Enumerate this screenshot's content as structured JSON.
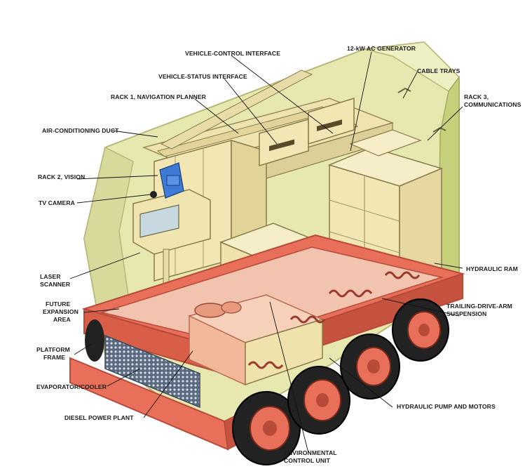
{
  "labels": {
    "vehicle_control_interface": "VEHICLE-CONTROL INTERFACE",
    "generator": "12-kW AC GENERATOR",
    "vehicle_status_interface": "VEHICLE-STATUS INTERFACE",
    "cable_trays": "CABLE TRAYS",
    "rack1": "RACK 1, NAVIGATION PLANNER",
    "rack3_line1": "RACK 3,",
    "rack3_line2": "COMMUNICATIONS",
    "air_conditioning_duct": "AIR-CONDITIONING DUCT",
    "rack2": "RACK 2, VISION",
    "tv_camera": "TV CAMERA",
    "hydraulic_ram": "HYDRAULIC RAM",
    "laser_scanner_line1": "LASER",
    "laser_scanner_line2": "SCANNER",
    "future_line1": "FUTURE",
    "future_line2": "EXPANSION",
    "future_line3": "AREA",
    "trailing_line1": "TRAILING-DRIVE-ARM",
    "trailing_line2": "SUSPENSION",
    "platform_line1": "PLATFORM",
    "platform_line2": "FRAME",
    "evaporator": "EVAPORATOR/COOLER",
    "hydraulic_pump": "HYDRAULIC PUMP AND MOTORS",
    "diesel": "DIESEL POWER PLANT",
    "ecu_line1": "ENVIRONMENTAL",
    "ecu_line2": "CONTROL UNIT"
  },
  "colors": {
    "shell": "#e6e8b0",
    "shell_edge": "#b8b878",
    "rack": "#f2e6b4",
    "frame": "#e8705a",
    "frame_dark": "#b84a3a",
    "tire": "#222222",
    "hub": "#f07a66",
    "camera": "#3e7bd6",
    "leader": "#111111"
  }
}
